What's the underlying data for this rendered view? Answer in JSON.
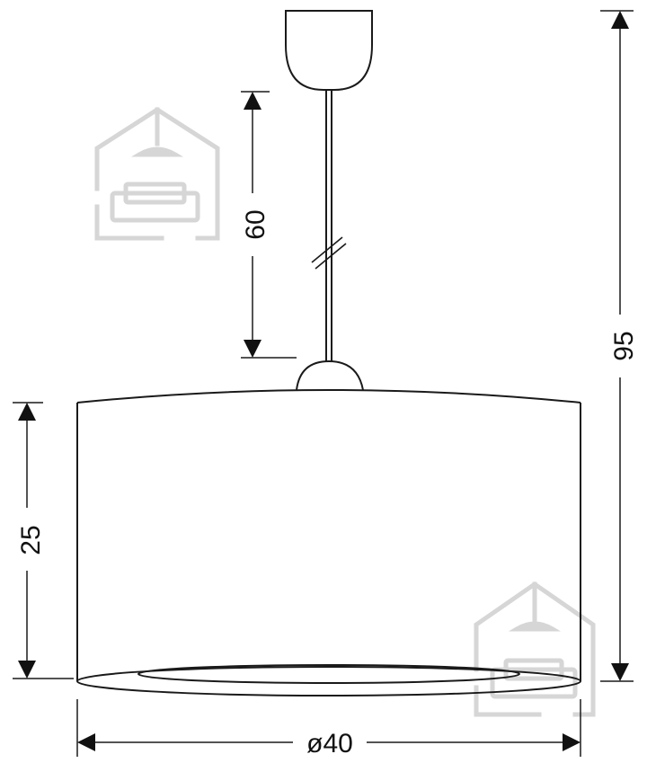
{
  "dimensions": {
    "cord_length": "60",
    "total_height": "95",
    "shade_height": "25",
    "shade_diameter": "ø40"
  },
  "watermark": {
    "icon": "house-with-lamp-and-sofa-icon"
  },
  "colors": {
    "line": "#1a1a1a",
    "watermark": "#d6d6d6",
    "background": "#ffffff"
  }
}
